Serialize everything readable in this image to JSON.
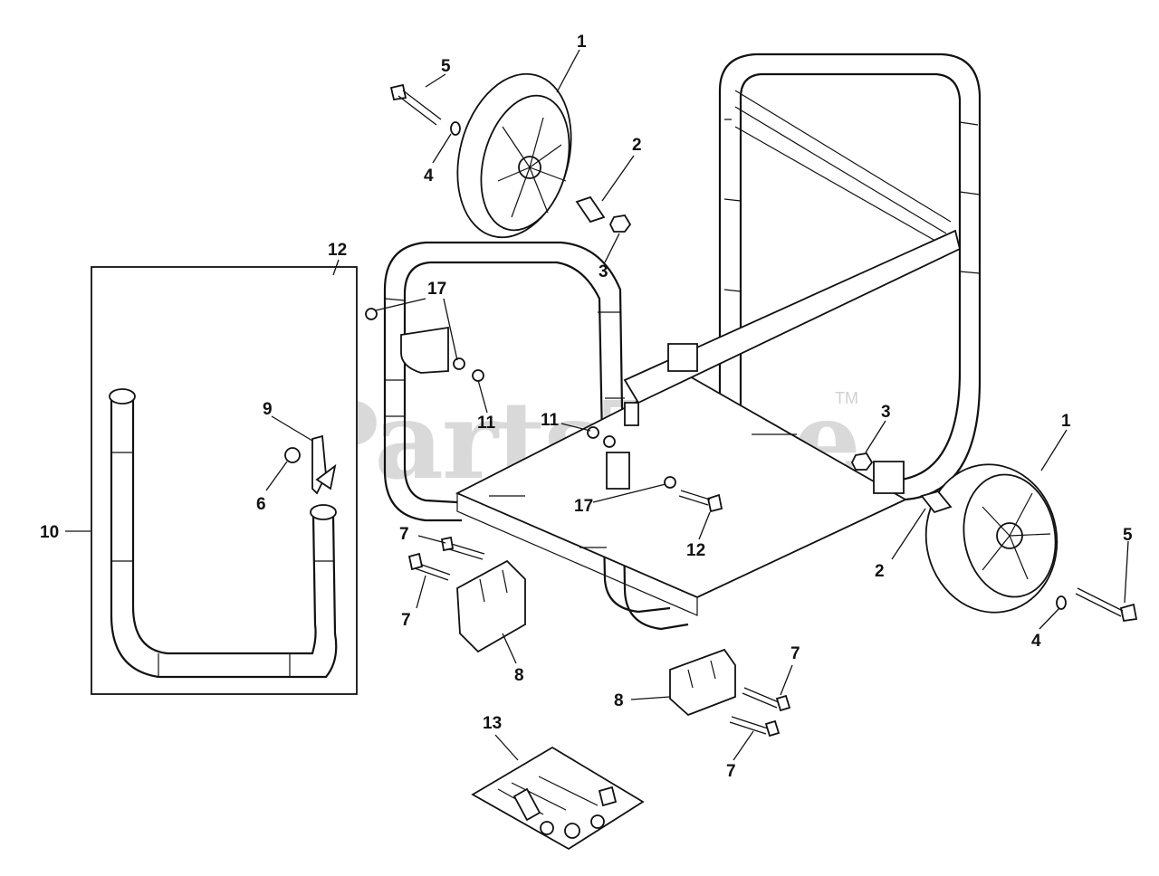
{
  "watermark": {
    "text": "PartsTree",
    "trademark": "TM"
  },
  "callouts": [
    {
      "id": "c1a",
      "text": "1"
    },
    {
      "id": "c1b",
      "text": "1"
    },
    {
      "id": "c2a",
      "text": "2"
    },
    {
      "id": "c2b",
      "text": "2"
    },
    {
      "id": "c3a",
      "text": "3"
    },
    {
      "id": "c3b",
      "text": "3"
    },
    {
      "id": "c4a",
      "text": "4"
    },
    {
      "id": "c4b",
      "text": "4"
    },
    {
      "id": "c5a",
      "text": "5"
    },
    {
      "id": "c5b",
      "text": "5"
    },
    {
      "id": "c6",
      "text": "6"
    },
    {
      "id": "c7a",
      "text": "7"
    },
    {
      "id": "c7b",
      "text": "7"
    },
    {
      "id": "c7c",
      "text": "7"
    },
    {
      "id": "c7d",
      "text": "7"
    },
    {
      "id": "c8a",
      "text": "8"
    },
    {
      "id": "c8b",
      "text": "8"
    },
    {
      "id": "c9",
      "text": "9"
    },
    {
      "id": "c10",
      "text": "10"
    },
    {
      "id": "c11a",
      "text": "11"
    },
    {
      "id": "c11b",
      "text": "11"
    },
    {
      "id": "c12a",
      "text": "12"
    },
    {
      "id": "c12b",
      "text": "12"
    },
    {
      "id": "c13",
      "text": "13"
    },
    {
      "id": "c17a",
      "text": "17"
    },
    {
      "id": "c17b",
      "text": "17"
    }
  ]
}
